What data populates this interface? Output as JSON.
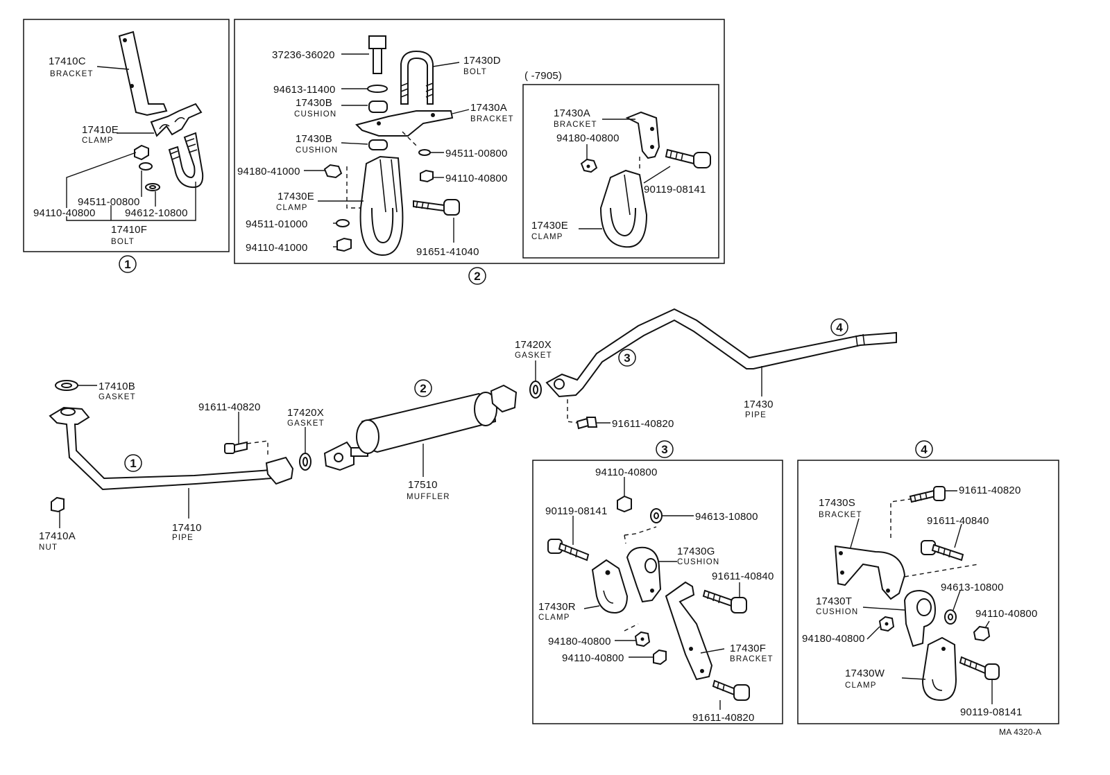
{
  "labels": {
    "b1_17410c": {
      "part": "17410C",
      "name": "BRACKET"
    },
    "b1_17410e": {
      "part": "17410E",
      "name": "CLAMP"
    },
    "b1_94511_00800": {
      "part": "94511-00800"
    },
    "b1_94110_40800": {
      "part": "94110-40800"
    },
    "b1_94612_10800": {
      "part": "94612-10800"
    },
    "b1_17410f": {
      "part": "17410F",
      "name": "BOLT"
    },
    "b2_37236_36020": {
      "part": "37236-36020"
    },
    "b2_17430d": {
      "part": "17430D",
      "name": "BOLT"
    },
    "b2_94613_11400": {
      "part": "94613-11400"
    },
    "b2_17430b_top": {
      "part": "17430B",
      "name": "CUSHION"
    },
    "b2_17430a": {
      "part": "17430A",
      "name": "BRACKET"
    },
    "b2_17430b_bot": {
      "part": "17430B",
      "name": "CUSHION"
    },
    "b2_94511_00800": {
      "part": "94511-00800"
    },
    "b2_94180_41000": {
      "part": "94180-41000"
    },
    "b2_94110_40800": {
      "part": "94110-40800"
    },
    "b2_17430e": {
      "part": "17430E",
      "name": "CLAMP"
    },
    "b2_94511_01000": {
      "part": "94511-01000"
    },
    "b2_94110_41000": {
      "part": "94110-41000"
    },
    "b2_91651_41040": {
      "part": "91651-41040"
    },
    "b2i_range": {
      "part": "(      -7905)"
    },
    "b2i_17430a": {
      "part": "17430A",
      "name": "BRACKET"
    },
    "b2i_94180_40800": {
      "part": "94180-40800"
    },
    "b2i_90119_08141": {
      "part": "90119-08141"
    },
    "b2i_17430e": {
      "part": "17430E",
      "name": "CLAMP"
    },
    "m_17410b": {
      "part": "17410B",
      "name": "GASKET"
    },
    "m_91611_40820_a": {
      "part": "91611-40820"
    },
    "m_17420x_a": {
      "part": "17420X",
      "name": "GASKET"
    },
    "m_17410a": {
      "part": "17410A",
      "name": "NUT"
    },
    "m_17410": {
      "part": "17410",
      "name": "PIPE"
    },
    "m_17510": {
      "part": "17510",
      "name": "MUFFLER"
    },
    "m_17420x_b": {
      "part": "17420X",
      "name": "GASKET"
    },
    "m_91611_40820_b": {
      "part": "91611-40820"
    },
    "m_17430": {
      "part": "17430",
      "name": "PIPE"
    },
    "b3_94110_40800_top": {
      "part": "94110-40800"
    },
    "b3_94613_10800": {
      "part": "94613-10800"
    },
    "b3_90119_08141": {
      "part": "90119-08141"
    },
    "b3_17430g": {
      "part": "17430G",
      "name": "CUSHION"
    },
    "b3_91611_40840": {
      "part": "91611-40840"
    },
    "b3_17430r": {
      "part": "17430R",
      "name": "CLAMP"
    },
    "b3_94180_40800": {
      "part": "94180-40800"
    },
    "b3_94110_40800_bot": {
      "part": "94110-40800"
    },
    "b3_17430f": {
      "part": "17430F",
      "name": "BRACKET"
    },
    "b3_91611_40820": {
      "part": "91611-40820"
    },
    "b4_91611_40820": {
      "part": "91611-40820"
    },
    "b4_17430s": {
      "part": "17430S",
      "name": "BRACKET"
    },
    "b4_91611_40840": {
      "part": "91611-40840"
    },
    "b4_17430t": {
      "part": "17430T",
      "name": "CUSHION"
    },
    "b4_94613_10800": {
      "part": "94613-10800"
    },
    "b4_94110_40800": {
      "part": "94110-40800"
    },
    "b4_94180_40800": {
      "part": "94180-40800"
    },
    "b4_17430w": {
      "part": "17430W",
      "name": "CLAMP"
    },
    "b4_90119_08141": {
      "part": "90119-08141"
    }
  },
  "callouts": {
    "one": "1",
    "two": "2",
    "three": "3",
    "four": "4"
  },
  "footer": {
    "code": "MA 4320-A"
  }
}
